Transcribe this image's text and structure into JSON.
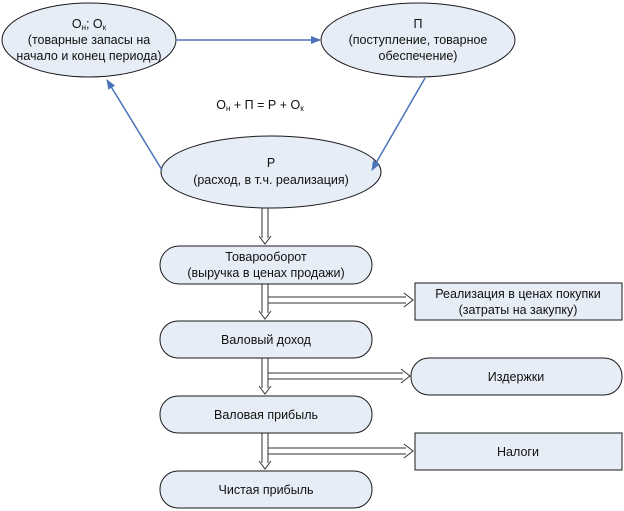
{
  "cycle": {
    "stocks": {
      "title_main": "О",
      "title_sub1": "н",
      "title_sep": "; О",
      "title_sub2": "к",
      "line1": "(товарные запасы на",
      "line2": "начало и конец периода)"
    },
    "receipt": {
      "title": "П",
      "line1": "(поступление, товарное",
      "line2": "обеспечение)"
    },
    "expense": {
      "title": "Р",
      "line1": "(расход, в т.ч. реализация)"
    },
    "formula": {
      "o1": "О",
      "sub1": "н",
      "mid": " + П = Р + О",
      "sub2": "к"
    }
  },
  "flow": {
    "turnover": {
      "line1": "Товарооборот",
      "line2": "(выручка в ценах продажи)"
    },
    "gross_income": "Валовый доход",
    "gross_profit": "Валовая прибыль",
    "net_profit": "Чистая прибыль"
  },
  "deductions": {
    "purchase_cost": {
      "line1": "Реализация в ценах покупки",
      "line2": "(затраты на закупку)"
    },
    "costs": "Издержки",
    "taxes": "Налоги"
  },
  "colors": {
    "node_fill": "#e7edf6",
    "arrow": "#4a72b8"
  }
}
